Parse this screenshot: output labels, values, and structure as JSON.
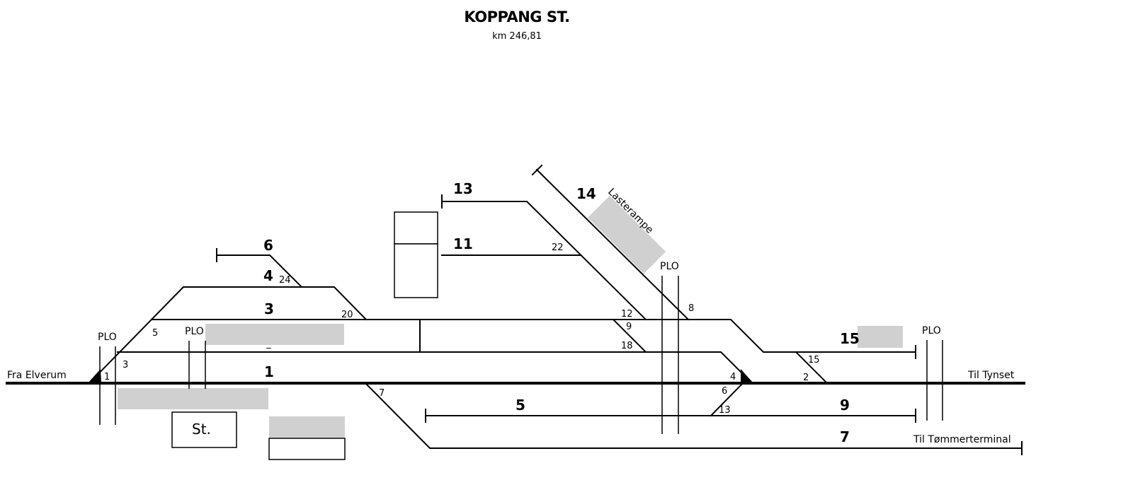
{
  "header": {
    "title": "KOPPANG ST.",
    "subtitle": "km 246,81"
  },
  "tracks": {
    "t1": "1",
    "t3": "3",
    "t4": "4",
    "t5": "5",
    "t6": "6",
    "t7": "7",
    "t9": "9",
    "t11": "11",
    "t13": "13",
    "t14": "14",
    "t15": "15"
  },
  "switches": {
    "s1": "1",
    "s2": "2",
    "s3": "3",
    "s4": "4",
    "s5": "5",
    "s6": "6",
    "s7": "7",
    "s8": "8",
    "s9": "9",
    "s12": "12",
    "s13": "13",
    "s15": "15",
    "s18": "18",
    "s20": "20",
    "s22": "22",
    "s24": "24"
  },
  "labels": {
    "fra_elverum": "Fra Elverum",
    "til_tynset": "Til Tynset",
    "til_tommerterminal": "Til Tømmerterminal",
    "lasterampe": "Lasterampe",
    "station": "St.",
    "plo": "PLO",
    "track2_marker": "_"
  }
}
